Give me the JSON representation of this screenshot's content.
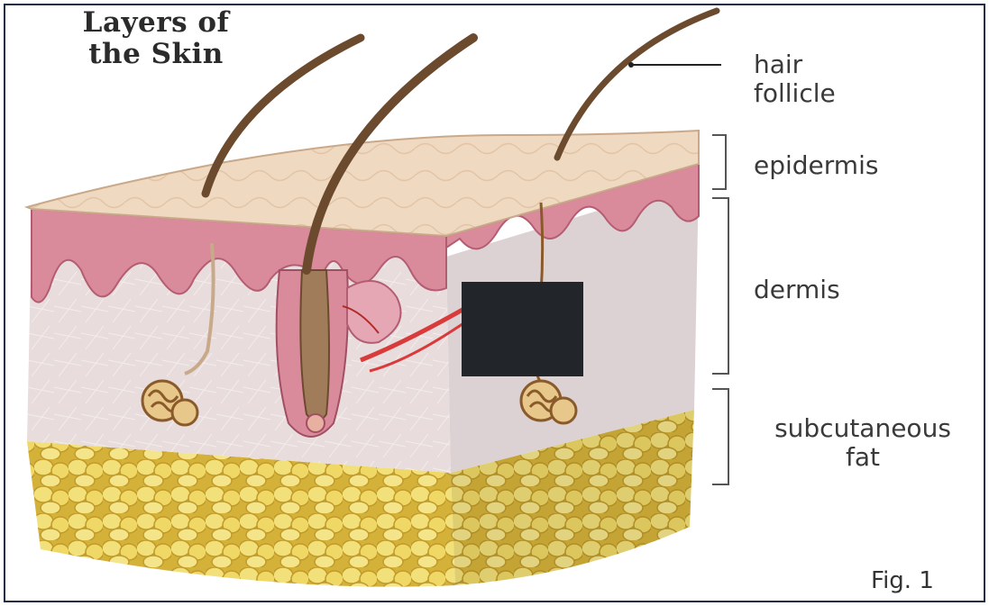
{
  "title": {
    "line1": "Layers of",
    "line2": "the Skin"
  },
  "labels": {
    "hair_follicle": {
      "line1": "hair",
      "line2": "follicle"
    },
    "epidermis": "epidermis",
    "dermis": "dermis",
    "subcutaneous_fat": {
      "line1": "subcutaneous",
      "line2": "fat"
    }
  },
  "figure_label": "Fig. 1",
  "colors": {
    "epidermis_surface": "#eed7bf",
    "dermis": "#e9dede",
    "papillae": "#d88a9a",
    "fat": "#e3cc62",
    "hair": "#6b4a2e",
    "blood_vessel": "#d93a3a",
    "redaction_box": "#22262b"
  }
}
